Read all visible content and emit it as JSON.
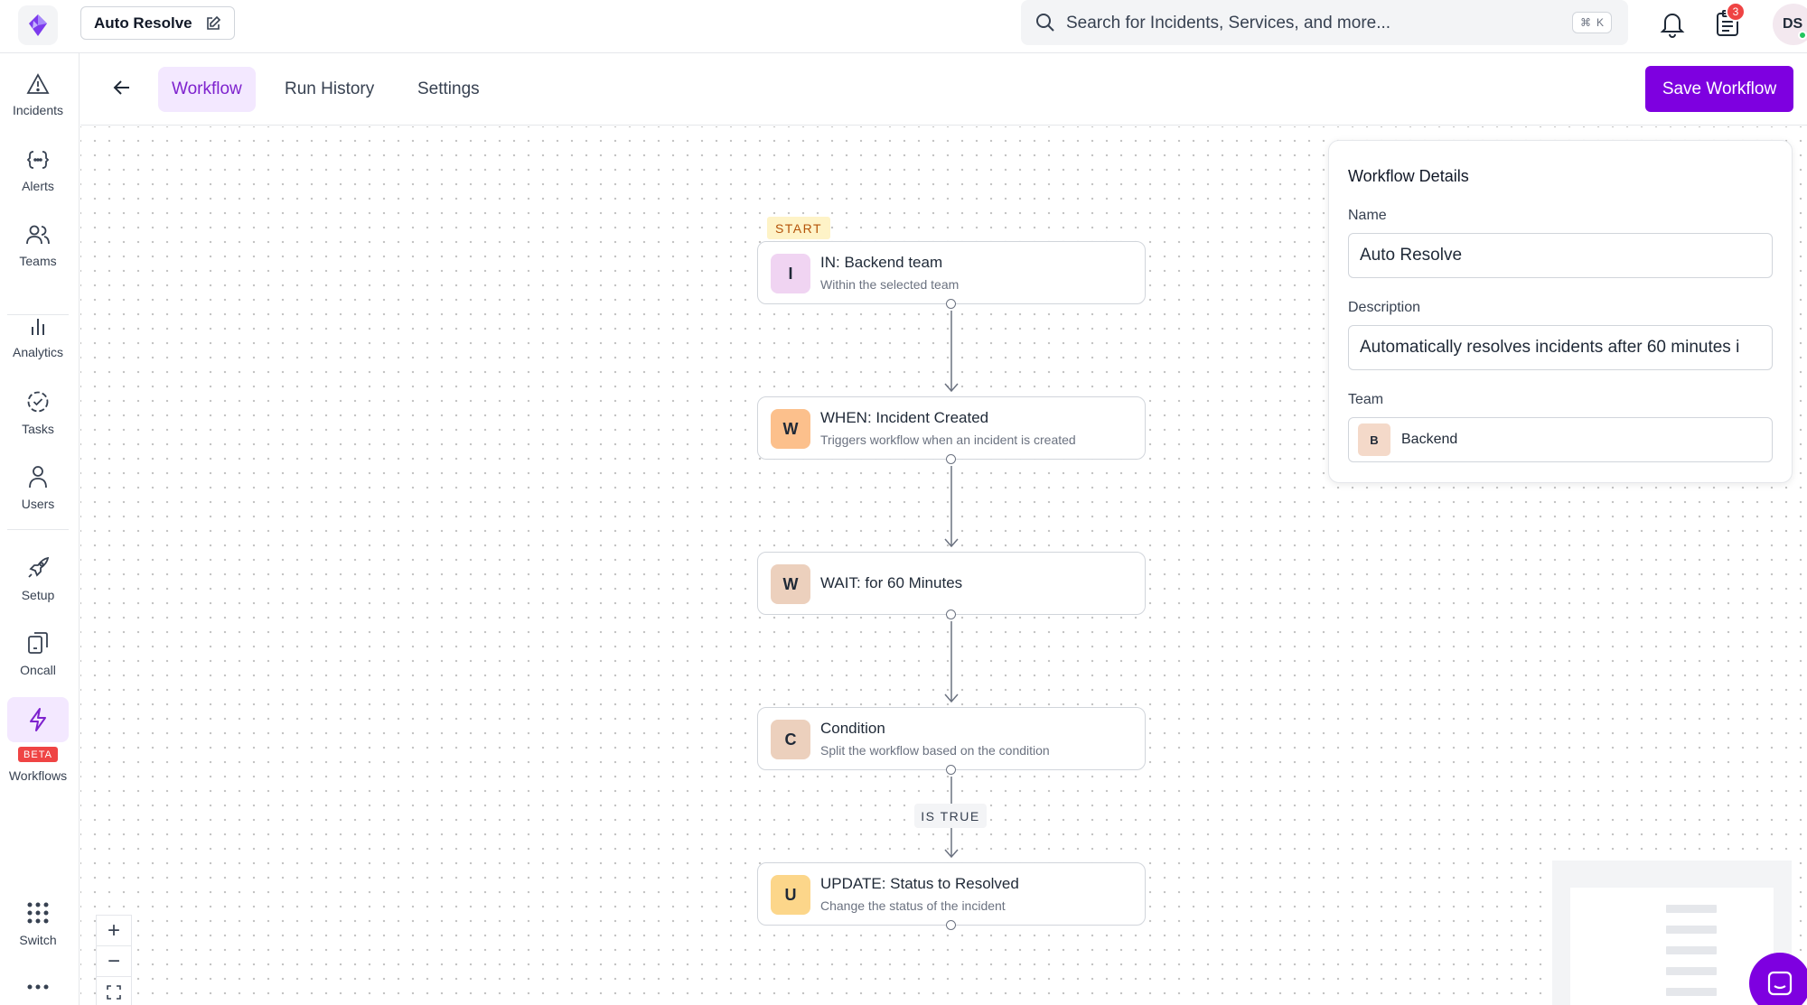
{
  "app": {
    "workflow_name": "Auto Resolve"
  },
  "search": {
    "placeholder": "Search for Incidents, Services, and more...",
    "shortcut_mod": "⌘",
    "shortcut_key": "K"
  },
  "notifications": {
    "task_count": "3"
  },
  "user": {
    "initials": "DS"
  },
  "sidebar": {
    "items": [
      {
        "label": "Incidents"
      },
      {
        "label": "Alerts"
      },
      {
        "label": "Teams"
      },
      {
        "label": "Analytics"
      },
      {
        "label": "Tasks"
      },
      {
        "label": "Users"
      },
      {
        "label": "Setup"
      },
      {
        "label": "Oncall"
      },
      {
        "label": "Workflows",
        "badge": "BETA"
      },
      {
        "label": "Switch"
      }
    ]
  },
  "tabs": [
    {
      "label": "Workflow",
      "active": true
    },
    {
      "label": "Run History"
    },
    {
      "label": "Settings"
    }
  ],
  "save_button": "Save Workflow",
  "flow": {
    "start_label": "START",
    "condition_branch_label": "IS TRUE",
    "nodes": [
      {
        "icon_letter": "I",
        "title": "IN: Backend team",
        "subtitle": "Within the selected team",
        "icon_color": "#f0d4f2"
      },
      {
        "icon_letter": "W",
        "title": "WHEN: Incident Created",
        "subtitle": "Triggers workflow when an incident is created",
        "icon_color": "#fcc08c"
      },
      {
        "icon_letter": "W",
        "title": "WAIT: for 60 Minutes",
        "icon_color": "#ecd0bd"
      },
      {
        "icon_letter": "C",
        "title": "Condition",
        "subtitle": "Split the workflow based on the condition",
        "icon_color": "#ecd0bd"
      },
      {
        "icon_letter": "U",
        "title": "UPDATE: Status to Resolved",
        "subtitle": "Change the status of the incident",
        "icon_color": "#fcd68a"
      }
    ]
  },
  "details": {
    "heading": "Workflow Details",
    "name_label": "Name",
    "name_value": "Auto Resolve",
    "description_label": "Description",
    "description_value": "Automatically resolves incidents after 60 minutes i",
    "team_label": "Team",
    "team_initial": "B",
    "team_value": "Backend"
  },
  "zoom": {
    "in": "+",
    "out": "−"
  },
  "colors": {
    "accent": "#7e00e0",
    "active_tab_bg": "#f3e8ff",
    "badge_red": "#ef4444"
  }
}
